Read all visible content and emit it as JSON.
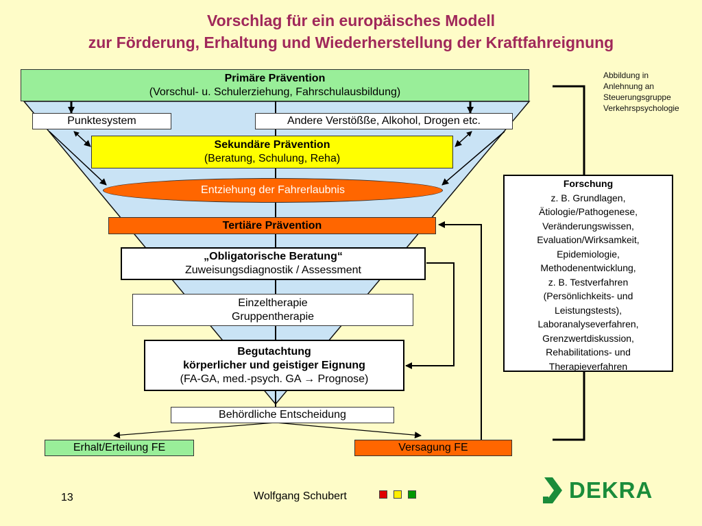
{
  "title": {
    "line1": "Vorschlag für ein europäisches Modell",
    "line2": "zur Förderung, Erhaltung und Wiederherstellung der Kraftfahreignung"
  },
  "note": {
    "lines": [
      "Abbildung in",
      "Anlehnung an",
      "Steuerungsgruppe",
      "Verkehrspsychologie"
    ]
  },
  "boxes": {
    "primary": {
      "title": "Primäre Prävention",
      "subtitle": "(Vorschul- u. Schulerziehung, Fahrschulausbildung)"
    },
    "punktesystem": "Punktesystem",
    "andere": "Andere Verstößße, Alkohol, Drogen etc.",
    "secondary": {
      "title": "Sekundäre Prävention",
      "subtitle": "(Beratung, Schulung, Reha)"
    },
    "entziehung": "Entziehung der Fahrerlaubnis",
    "tertiary": "Tertiäre Prävention",
    "obligatorisch": {
      "title": "„Obligatorische Beratung“",
      "subtitle": "Zuweisungsdiagnostik / Assessment"
    },
    "therapie": {
      "line1": "Einzeltherapie",
      "line2": "Gruppentherapie"
    },
    "begutachtung": {
      "line1": "Begutachtung",
      "line2": "körperlicher und geistiger Eignung",
      "line3_prefix": "(FA-GA, med.-psych. GA ",
      "arrow": "→",
      "line3_suffix": " Prognose)"
    },
    "entscheidung": "Behördliche Entscheidung",
    "erhalt": "Erhalt/Erteilung FE",
    "versagung": "Versagung FE"
  },
  "forschung": {
    "title": "Forschung",
    "lines": [
      "z. B. Grundlagen,",
      "Ätiologie/Pathogenese,",
      "Veränderungswissen,",
      "Evaluation/Wirksamkeit,",
      "Epidemiologie,",
      "Methodenentwicklung,",
      "z. B. Testverfahren",
      "(Persönlichkeits- und",
      "Leistungstests),",
      "Laboranalyseverfahren,",
      "Grenzwertdiskussion,",
      "Rehabilitations- und",
      "Therapieverfahren"
    ]
  },
  "footer": {
    "page_number": "13",
    "author": "Wolfgang Schubert",
    "squares": [
      "#e00000",
      "#ffee00",
      "#009900"
    ]
  },
  "logo": {
    "text": "DEKRA"
  },
  "colors": {
    "background": "#fefcc8",
    "title": "#a0285a",
    "primary_green": "#99ee99",
    "secondary_yellow": "#ffff00",
    "orange": "#ff6600",
    "funnel": "#c9e3f5",
    "brand_green": "#1a8c3a"
  }
}
